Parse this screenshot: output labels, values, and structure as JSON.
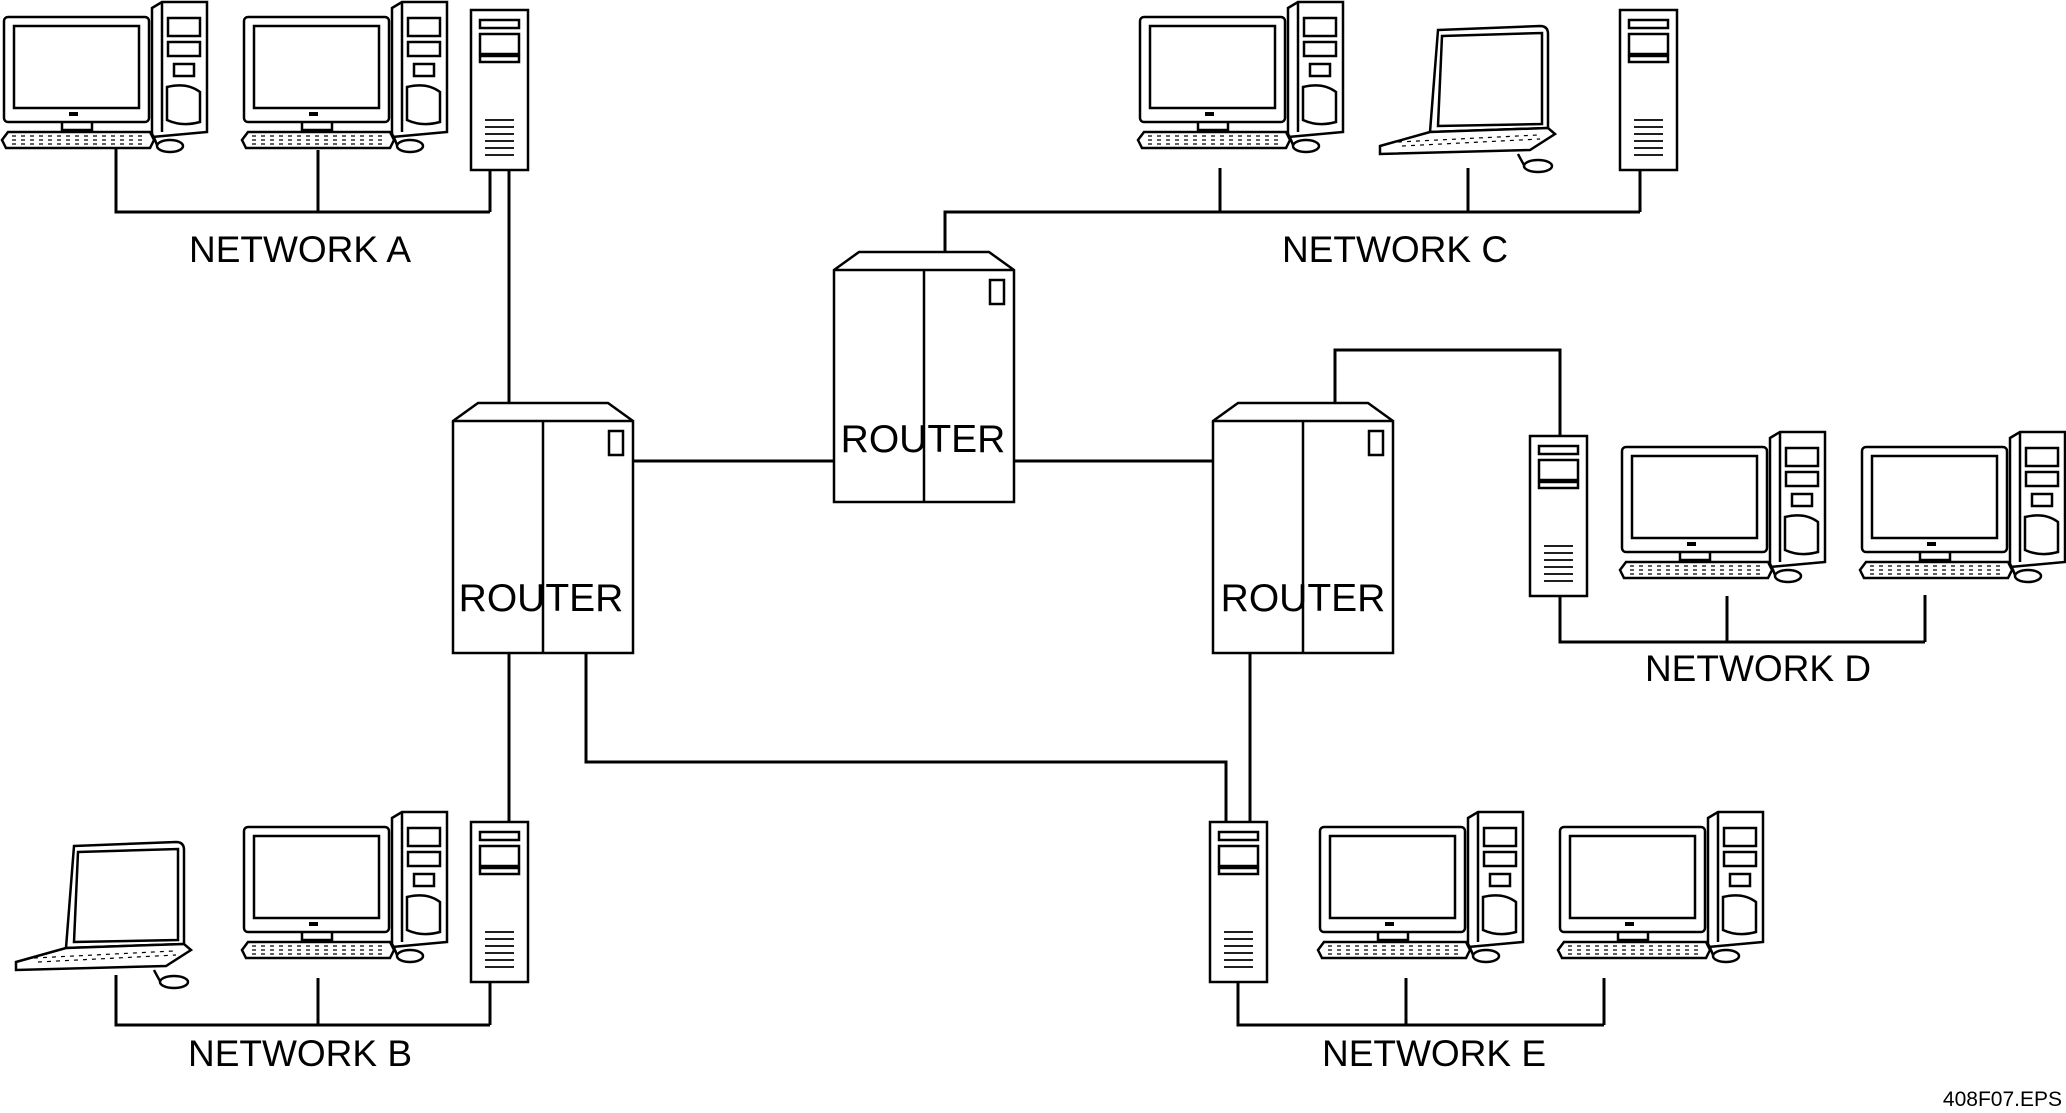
{
  "networks": {
    "a": "NETWORK A",
    "b": "NETWORK B",
    "c": "NETWORK C",
    "d": "NETWORK D",
    "e": "NETWORK E"
  },
  "routers": {
    "left": "ROUTER",
    "center": "ROUTER",
    "right": "ROUTER"
  },
  "figure_ref": "408F07.EPS",
  "colors": {
    "ink": "#000000",
    "paper": "#ffffff"
  }
}
